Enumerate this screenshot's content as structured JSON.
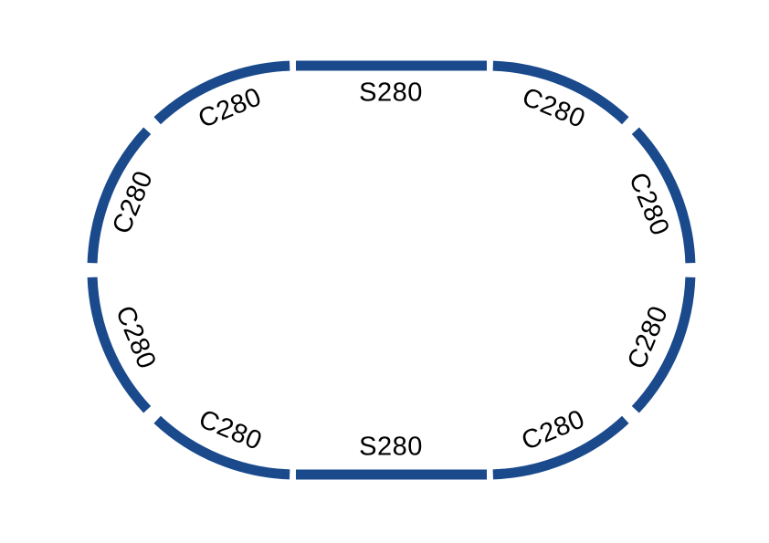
{
  "diagram": {
    "track_color": "#1a4a8c",
    "labels": {
      "straight_top": "S280",
      "straight_bottom": "S280",
      "curve_top_left": "C280",
      "curve_top_right": "C280",
      "curve_left_upper": "C280",
      "curve_left_lower": "C280",
      "curve_right_upper": "C280",
      "curve_right_lower": "C280",
      "curve_bottom_left": "C280",
      "curve_bottom_right": "C280"
    }
  }
}
